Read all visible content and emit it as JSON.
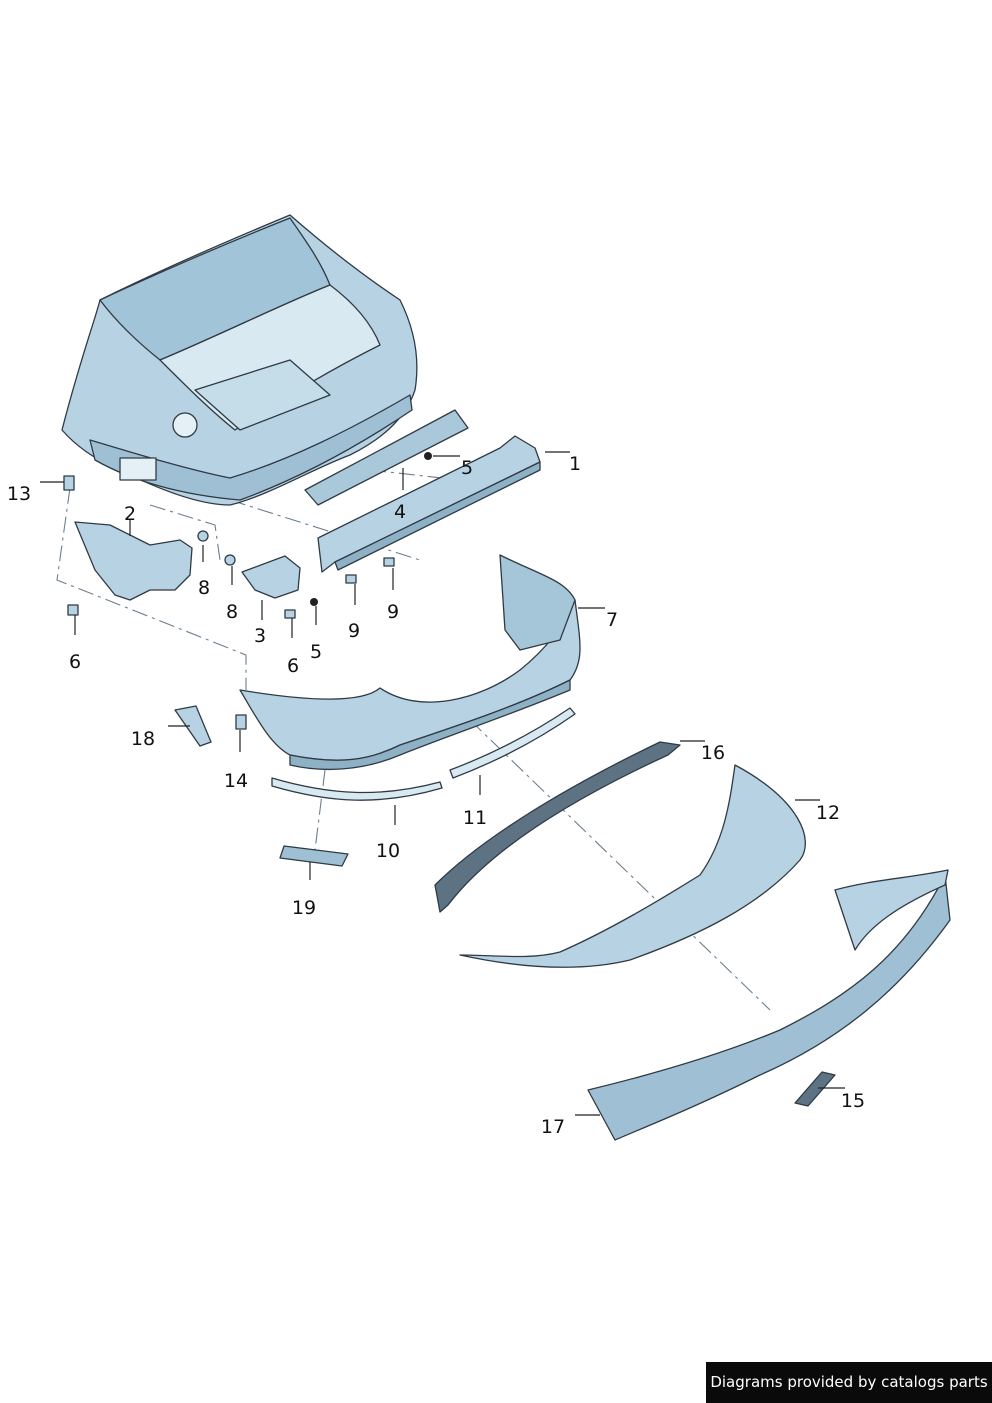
{
  "credit": "Diagrams provided by catalogs parts",
  "palette": {
    "part_fill": "#b7d3e3",
    "part_light": "#d9e9f2",
    "part_dark": "#8fb1c6",
    "outline": "#2f3a44",
    "axis_line": "#6c7f8f"
  },
  "labels": [
    "1",
    "2",
    "3",
    "4",
    "5",
    "5",
    "6",
    "6",
    "7",
    "8",
    "8",
    "9",
    "9",
    "10",
    "11",
    "12",
    "13",
    "14",
    "15",
    "16",
    "17",
    "18",
    "19"
  ]
}
